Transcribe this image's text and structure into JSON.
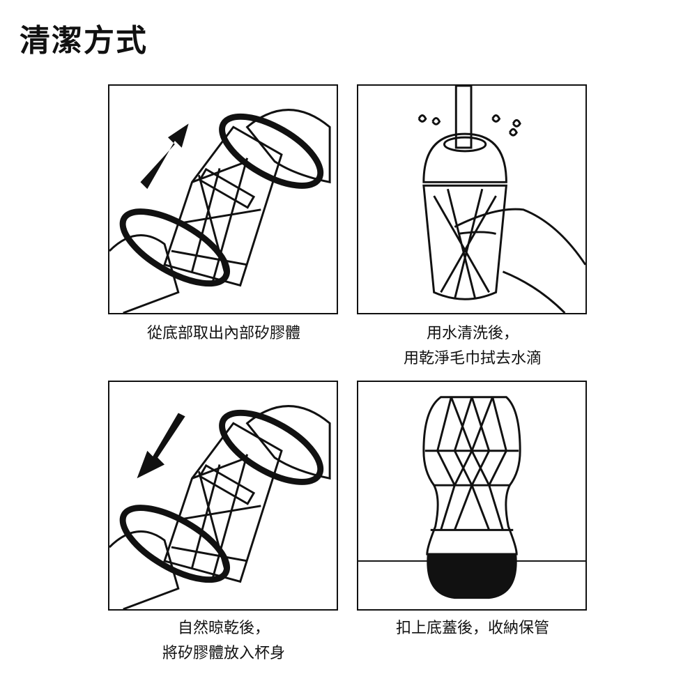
{
  "title": "清潔方式",
  "steps": [
    {
      "caption_lines": [
        "從底部取出內部矽膠體"
      ]
    },
    {
      "caption_lines": [
        "用水清洗後，",
        "用乾淨毛巾拭去水滴"
      ]
    },
    {
      "caption_lines": [
        "自然晾乾後，",
        "將矽膠體放入杯身"
      ]
    },
    {
      "caption_lines": [
        "扣上底蓋後，收納保管"
      ]
    }
  ]
}
